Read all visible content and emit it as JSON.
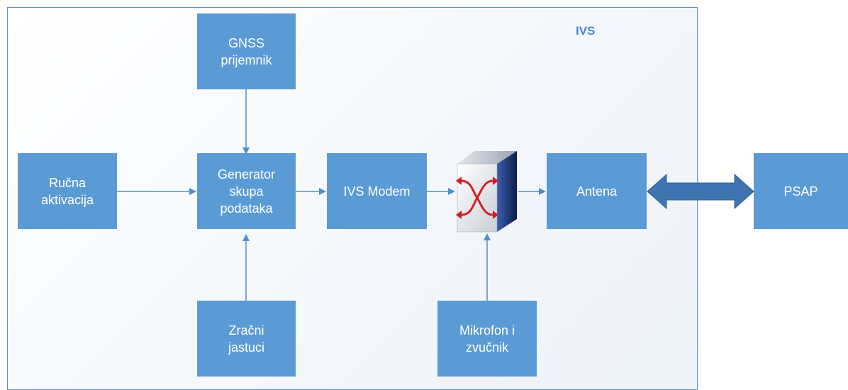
{
  "container": {
    "label": "IVS"
  },
  "blocks": {
    "gnss": "GNSS\nprijemnik",
    "manual": "Ručna\naktivacija",
    "generator": "Generator\nskupa\npodataka",
    "modem": "IVS Modem",
    "antenna": "Antena",
    "psap": "PSAP",
    "airbags": "Zračni\njastuci",
    "microphone": "Mikrofon i\nzvučnik"
  },
  "icons": {
    "switch": "network-switch-icon"
  },
  "colors": {
    "block": "#5b9bd5",
    "frame": "#5b8fc9",
    "arrow": "#4f8fcf",
    "double_arrow": "#3f74b0",
    "title": "#4a86cc"
  }
}
